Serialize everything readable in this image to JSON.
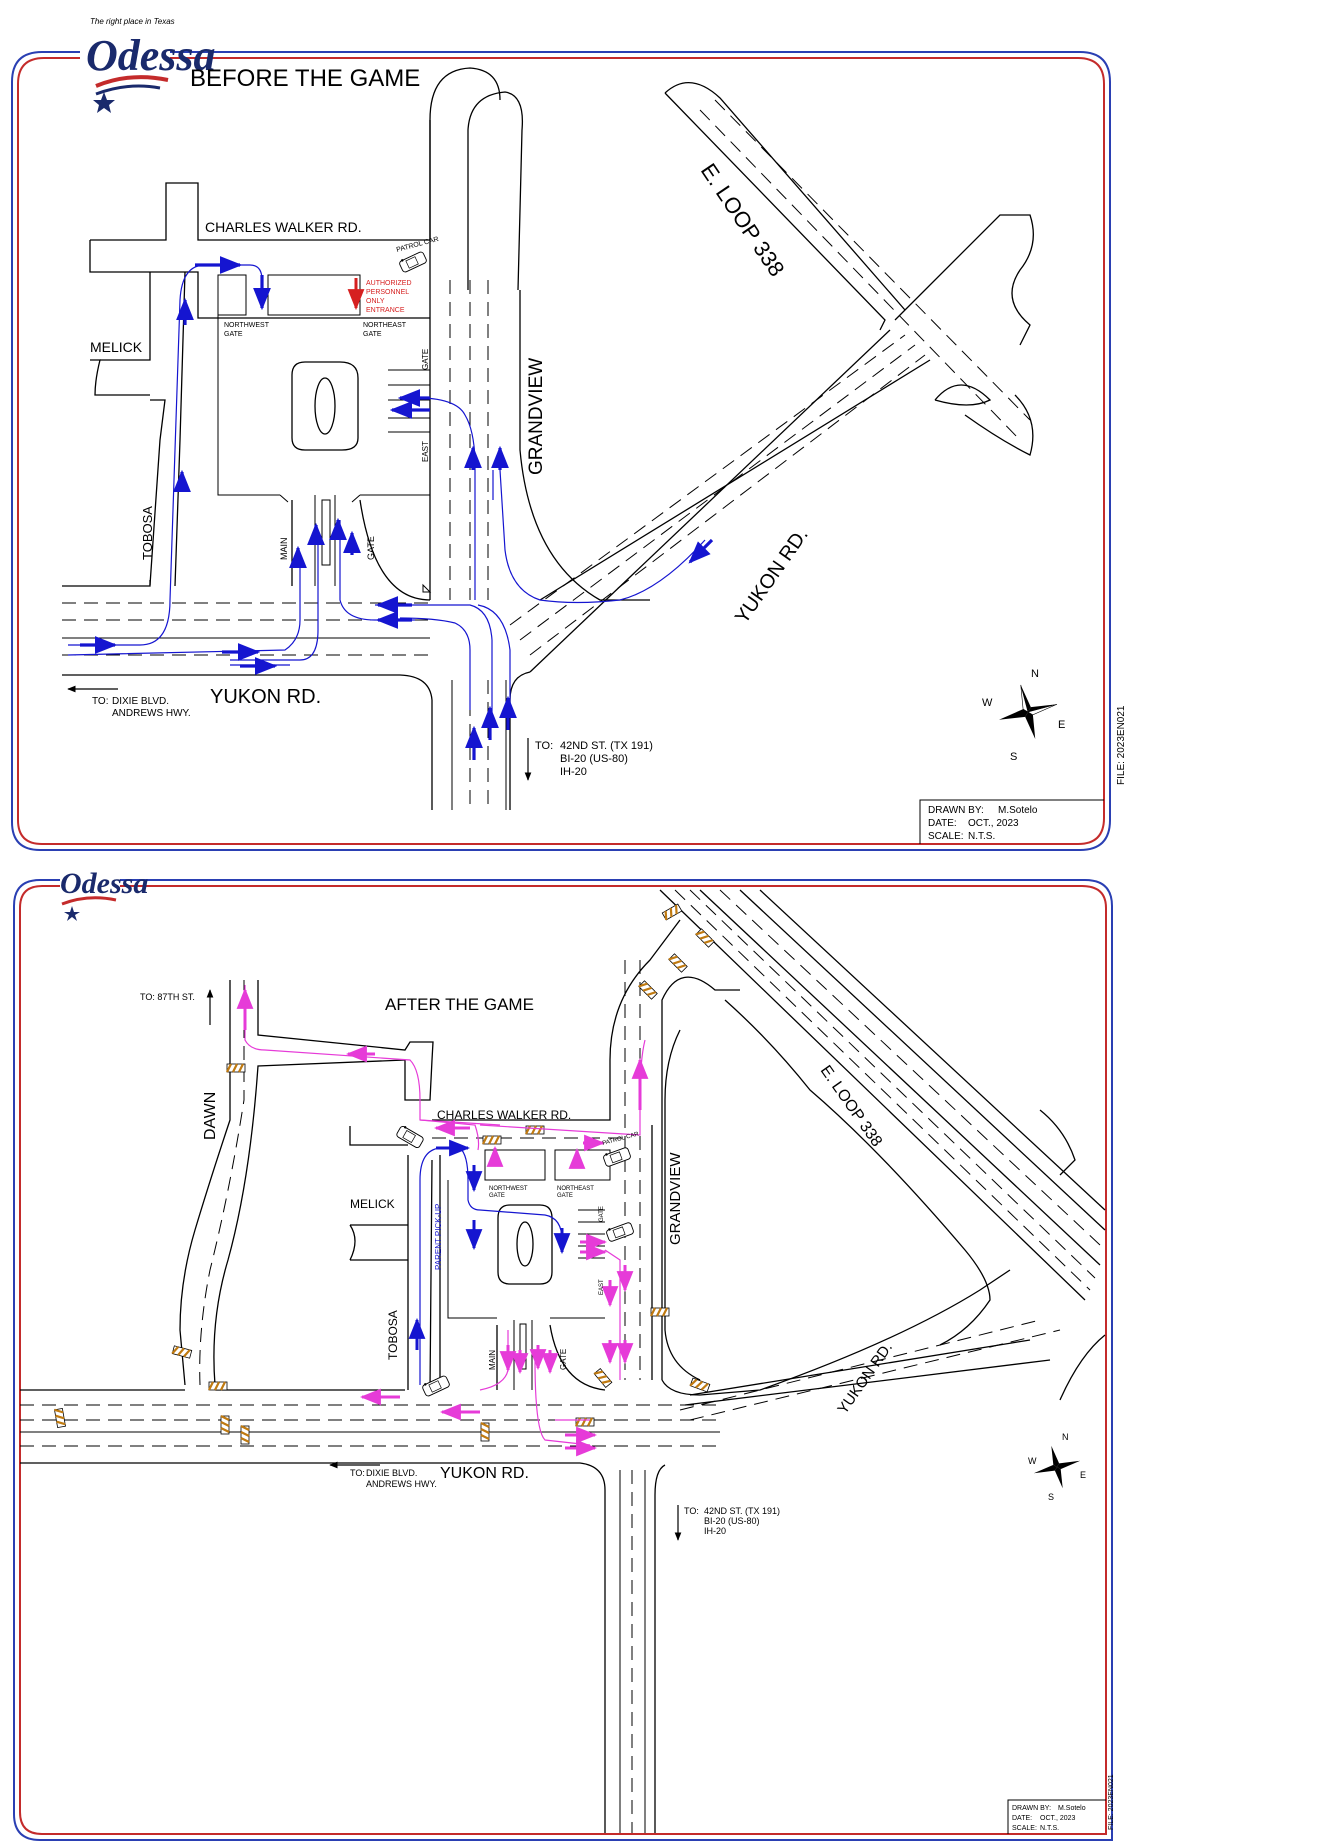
{
  "colors": {
    "frame_blue": "#2a3fb3",
    "frame_red": "#c42b2b",
    "inbound_arrow": "#1515d0",
    "outbound_arrow": "#e63bd8",
    "restricted_text": "#d62020"
  },
  "logo": {
    "wordmark": "Odessa",
    "tagline": "The right place in Texas",
    "icon": "texas-star-flag-icon"
  },
  "before_panel": {
    "title": "BEFORE THE GAME",
    "roads": {
      "charles_walker": "CHARLES WALKER RD.",
      "melick": "MELICK",
      "tobosa": "TOBOSA",
      "grandview": "GRANDVIEW",
      "e_loop": "E. LOOP 338",
      "yukon_diag": "YUKON RD.",
      "yukon_main": "YUKON RD."
    },
    "gates": {
      "northwest_1": "NORTHWEST",
      "northwest_2": "GATE",
      "northeast_1": "NORTHEAST",
      "northeast_2": "GATE",
      "gate_top": "GATE",
      "east": "EAST",
      "main": "MAIN",
      "gate_south": "GATE"
    },
    "patrol_car": "PATROL CAR",
    "restricted": [
      "AUTHORIZED",
      "PERSONNEL",
      "ONLY",
      "ENTRANCE"
    ],
    "to_west": {
      "to": "TO:",
      "line1": "DIXIE BLVD.",
      "line2": "ANDREWS HWY."
    },
    "to_south": {
      "to": "TO:",
      "line1": "42ND ST. (TX 191)",
      "line2": "BI-20 (US-80)",
      "line3": "IH-20"
    },
    "compass": {
      "n": "N",
      "s": "S",
      "e": "E",
      "w": "W"
    },
    "title_block": {
      "drawn_by": "DRAWN BY:",
      "drawn_by_value": "M.Sotelo",
      "date": "DATE:",
      "date_value": "OCT., 2023",
      "scale": "SCALE:",
      "scale_value": "N.T.S."
    },
    "file": "FILE: 2023EN021"
  },
  "after_panel": {
    "title": "AFTER THE GAME",
    "to_north": "TO: 87TH ST.",
    "roads": {
      "dawn": "DAWN",
      "melick": "MELICK",
      "tobosa": "TOBOSA",
      "charles_walker": "CHARLES WALKER RD.",
      "grandview": "GRANDVIEW",
      "e_loop": "E. LOOP 338",
      "yukon_diag": "YUKON RD.",
      "yukon_main": "YUKON RD."
    },
    "gates": {
      "northwest_1": "NORTHWEST",
      "northwest_2": "GATE",
      "northeast_1": "NORTHEAST",
      "northeast_2": "GATE",
      "gate_top": "GATE",
      "east": "EAST",
      "main": "MAIN",
      "gate_south": "GATE"
    },
    "parent_pickup": "PARENT PICK-UP",
    "patrol_car": "PATROL CAR",
    "to_west": {
      "to": "TO:",
      "line1": "DIXIE BLVD.",
      "line2": "ANDREWS HWY."
    },
    "to_south": {
      "to": "TO:",
      "line1": "42ND ST. (TX 191)",
      "line2": "BI-20 (US-80)",
      "line3": "IH-20"
    },
    "compass": {
      "n": "N",
      "s": "S",
      "e": "E",
      "w": "W"
    },
    "title_block": {
      "drawn_by": "DRAWN BY:",
      "drawn_by_value": "M.Sotelo",
      "date": "DATE:",
      "date_value": "OCT., 2023",
      "scale": "SCALE:",
      "scale_value": "N.T.S."
    },
    "file": "FILE: 2023EN021"
  }
}
